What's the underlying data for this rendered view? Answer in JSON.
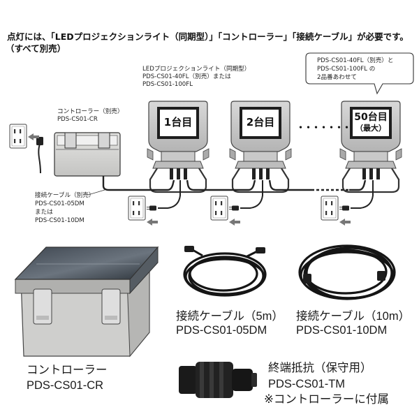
{
  "heading": {
    "line1": "点灯には、「LEDプロジェクションライト（同期型）」「コントローラー」「接続ケーブル」が必要です。",
    "line2": "（すべて別売）"
  },
  "diagram": {
    "light_label": [
      "LEDプロジェクションライト（同期型）",
      "PDS-CS01-40FL（別売）または",
      "PDS-CS01-100FL"
    ],
    "callout": [
      "PDS-CS01-40FL（別売）と",
      "PDS-CS01-100FL の",
      "2品番あわせて"
    ],
    "controller_label": [
      "コントローラー（別売）",
      "PDS-CS01-CR"
    ],
    "cable_label": [
      "接続ケーブル（別売）",
      "PDS-CS01-05DM",
      "または",
      "PDS-CS01-10DM"
    ],
    "units": [
      {
        "label": "1台目"
      },
      {
        "label": "2台目"
      },
      {
        "label": "50台目",
        "sub": "（最大）"
      }
    ],
    "ellipsis": "・・・・・・・"
  },
  "products": {
    "controller": {
      "name": "コントローラー",
      "code": "PDS-CS01-CR"
    },
    "cable5": {
      "name": "接続ケーブル（5m）",
      "code": "PDS-CS01-05DM"
    },
    "cable10": {
      "name": "接続ケーブル（10m）",
      "code": "PDS-CS01-10DM"
    },
    "terminator": {
      "name": "終端抵抗（保守用）",
      "code": "PDS-CS01-TM",
      "note": "※コントローラーに付属"
    }
  }
}
